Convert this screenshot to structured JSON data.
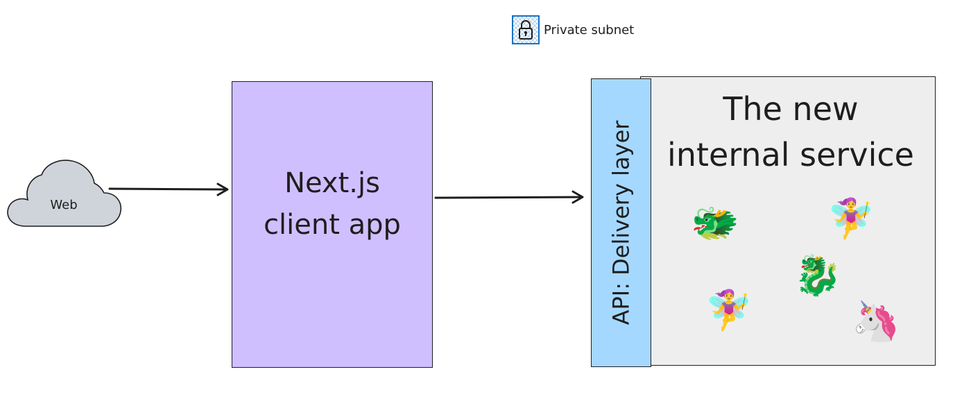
{
  "legend": {
    "label": "Private subnet",
    "icon": "lock-icon",
    "border_color": "#1971c2"
  },
  "nodes": {
    "web": {
      "label": "Web",
      "icon": "cloud-icon",
      "fill": "#ced4da"
    },
    "nextjs": {
      "label": "Next.js\nclient app",
      "fill": "#d0bfff"
    },
    "api": {
      "label": "API: Delivery layer",
      "fill": "#a5d8ff"
    },
    "service": {
      "label": "The new\ninternal service",
      "fill": "#eeeeee"
    }
  },
  "creatures": [
    {
      "name": "dragon-face-icon",
      "glyph": "🐲"
    },
    {
      "name": "fairy-icon",
      "glyph": "🧚‍♀️"
    },
    {
      "name": "dragon-icon",
      "glyph": "🐉"
    },
    {
      "name": "fairy-icon",
      "glyph": "🧚‍♀️"
    },
    {
      "name": "unicorn-icon",
      "glyph": "🦄"
    }
  ],
  "edges": [
    {
      "from": "web",
      "to": "nextjs"
    },
    {
      "from": "nextjs",
      "to": "api"
    }
  ]
}
